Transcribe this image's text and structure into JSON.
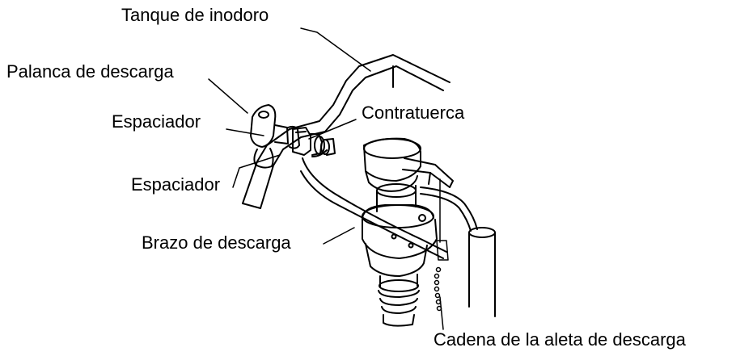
{
  "labels": {
    "tank": "Tanque de inodoro",
    "lever": "Palanca de descarga",
    "spacer_upper": "Espaciador",
    "locknut": "Contratuerca",
    "spacer_lower": "Espaciador",
    "arm": "Brazo de descarga",
    "chain": "Cadena de la aleta de descarga"
  },
  "colors": {
    "line": "#000000",
    "fill": "#ffffff"
  }
}
